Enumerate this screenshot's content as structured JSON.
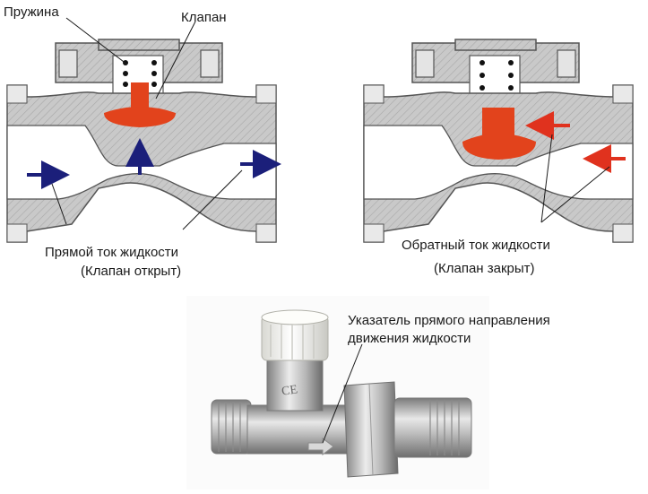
{
  "labels": {
    "spring": "Пружина",
    "valve": "Клапан",
    "forward_flow": "Прямой ток жидкости",
    "valve_open": "(Клапан открыт)",
    "reverse_flow": "Обратный ток жидкости",
    "valve_closed": "(Клапан закрыт)",
    "direction_indicator_line1": "Указатель прямого направления",
    "direction_indicator_line2": "движения жидкости"
  },
  "colors": {
    "body_metal": "#c8c8c8",
    "body_outline": "#555555",
    "valve_disc": "#e2431c",
    "forward_arrow": "#1b1f7a",
    "reverse_arrow": "#e0321e",
    "cap_white": "#f2f2ee",
    "fitting_silver": "#b9b9b9"
  }
}
